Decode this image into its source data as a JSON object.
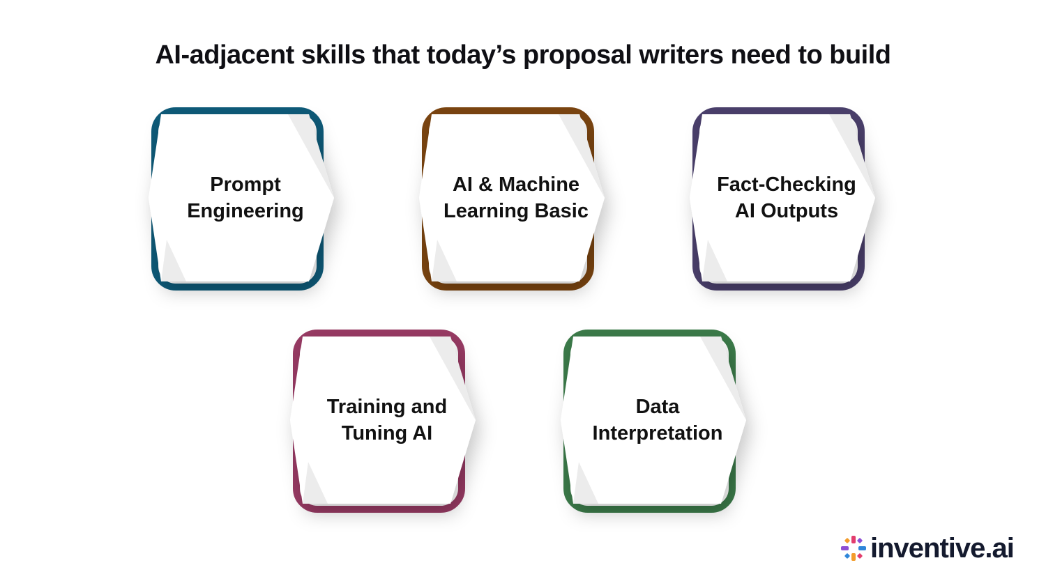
{
  "title": "AI-adjacent skills that today’s proposal writers need to build",
  "cards": [
    {
      "label": "Prompt\nEngineering",
      "color": "#0e5a78"
    },
    {
      "label": "AI & Machine\nLearning Basic",
      "color": "#7a4410"
    },
    {
      "label": "Fact-Checking\nAI Outputs",
      "color": "#4a3f6b"
    },
    {
      "label": "Training and\nTuning AI",
      "color": "#973a63"
    },
    {
      "label": "Data\nInterpretation",
      "color": "#3b7a49"
    }
  ],
  "logo": {
    "text": "inventive.ai",
    "icon": "pinwheel-logo-icon",
    "colors": [
      "#e23d6d",
      "#f39c2b",
      "#2f86d9",
      "#8d4fd4"
    ]
  }
}
